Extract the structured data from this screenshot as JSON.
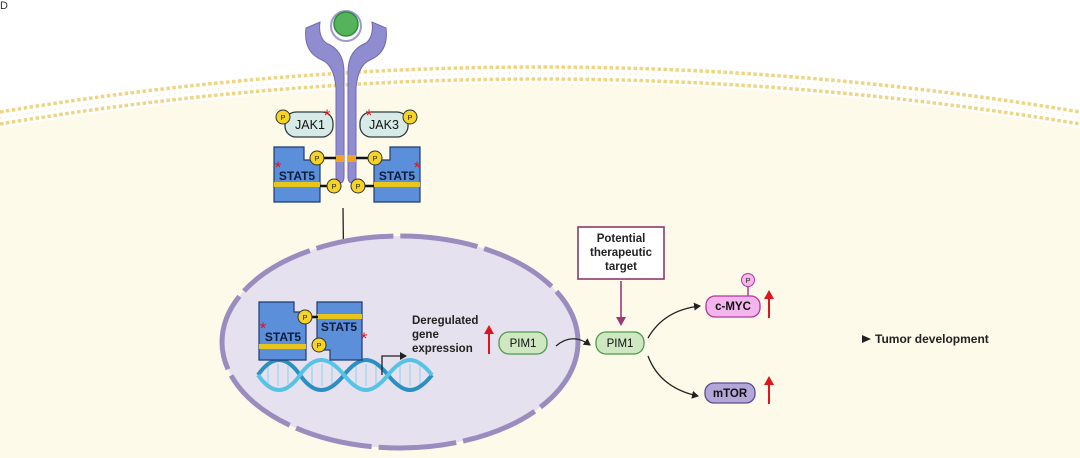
{
  "panel_letter": "D",
  "phospho": "P",
  "jak_left": "JAK1",
  "jak_right": "JAK3",
  "stat_label": "STAT5",
  "deregulated": [
    "Deregulated",
    "gene",
    "expression"
  ],
  "pim1": "PIM1",
  "target_box": [
    "Potential",
    "therapeutic",
    "target"
  ],
  "cmyc": "c-MYC",
  "mtor": "mTOR",
  "outcome": "Tumor development",
  "colors": {
    "cytoplasm": "#fdfaea",
    "membrane": "#f0d98a",
    "receptor": "#8f8ccf",
    "ligand": "#4caf50",
    "stat": "#5b8fd9",
    "phospho": "#f5d327",
    "nucleus": "#e6e1ee",
    "nucleus_border": "#9a8cbe",
    "pim1": "#cfe8c2",
    "cmyc": "#f2b5ec",
    "mtor": "#b3a7d9",
    "target_border": "#8b3a6a",
    "up_arrow": "#e0141e",
    "dna": "#3fb0d8"
  }
}
